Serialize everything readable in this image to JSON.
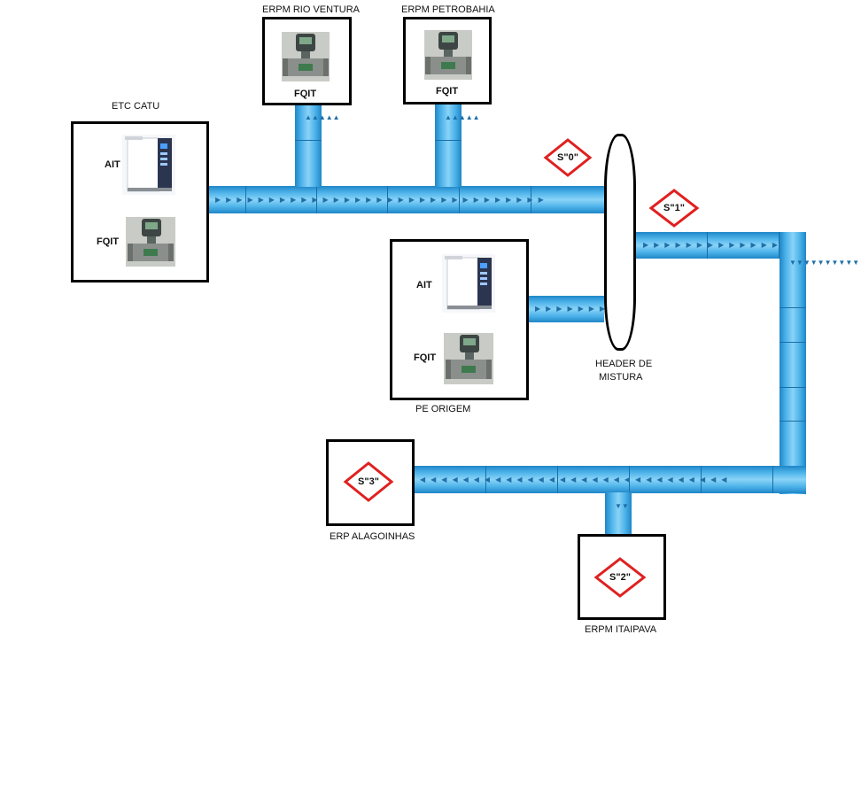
{
  "labels": {
    "etc_catu": "ETC CATU",
    "erpm_rio_ventura": "ERPM RIO VENTURA",
    "erpm_petrobahia": "ERPM PETROBAHIA",
    "header_line1": "HEADER DE",
    "header_line2": "MISTURA",
    "pe_origem": "PE ORIGEM",
    "erp_alagoinhas": "ERP ALAGOINHAS",
    "erpm_itaipava": "ERPM ITAIPAVA"
  },
  "instruments": {
    "ait": "AIT",
    "fqit": "FQIT"
  },
  "sampling_points": {
    "s0": "S\"0\"",
    "s1": "S\"1\"",
    "s2": "S\"2\"",
    "s3": "S\"3\""
  },
  "colors": {
    "pipe": "#3aa3e0",
    "sample_marker": "#e02020",
    "box_border": "#000000"
  },
  "icons": [
    "flow-meter-icon",
    "analyzer-cabinet-icon",
    "arrow-right-icon",
    "arrow-down-icon",
    "arrow-left-icon",
    "arrow-up-icon"
  ]
}
